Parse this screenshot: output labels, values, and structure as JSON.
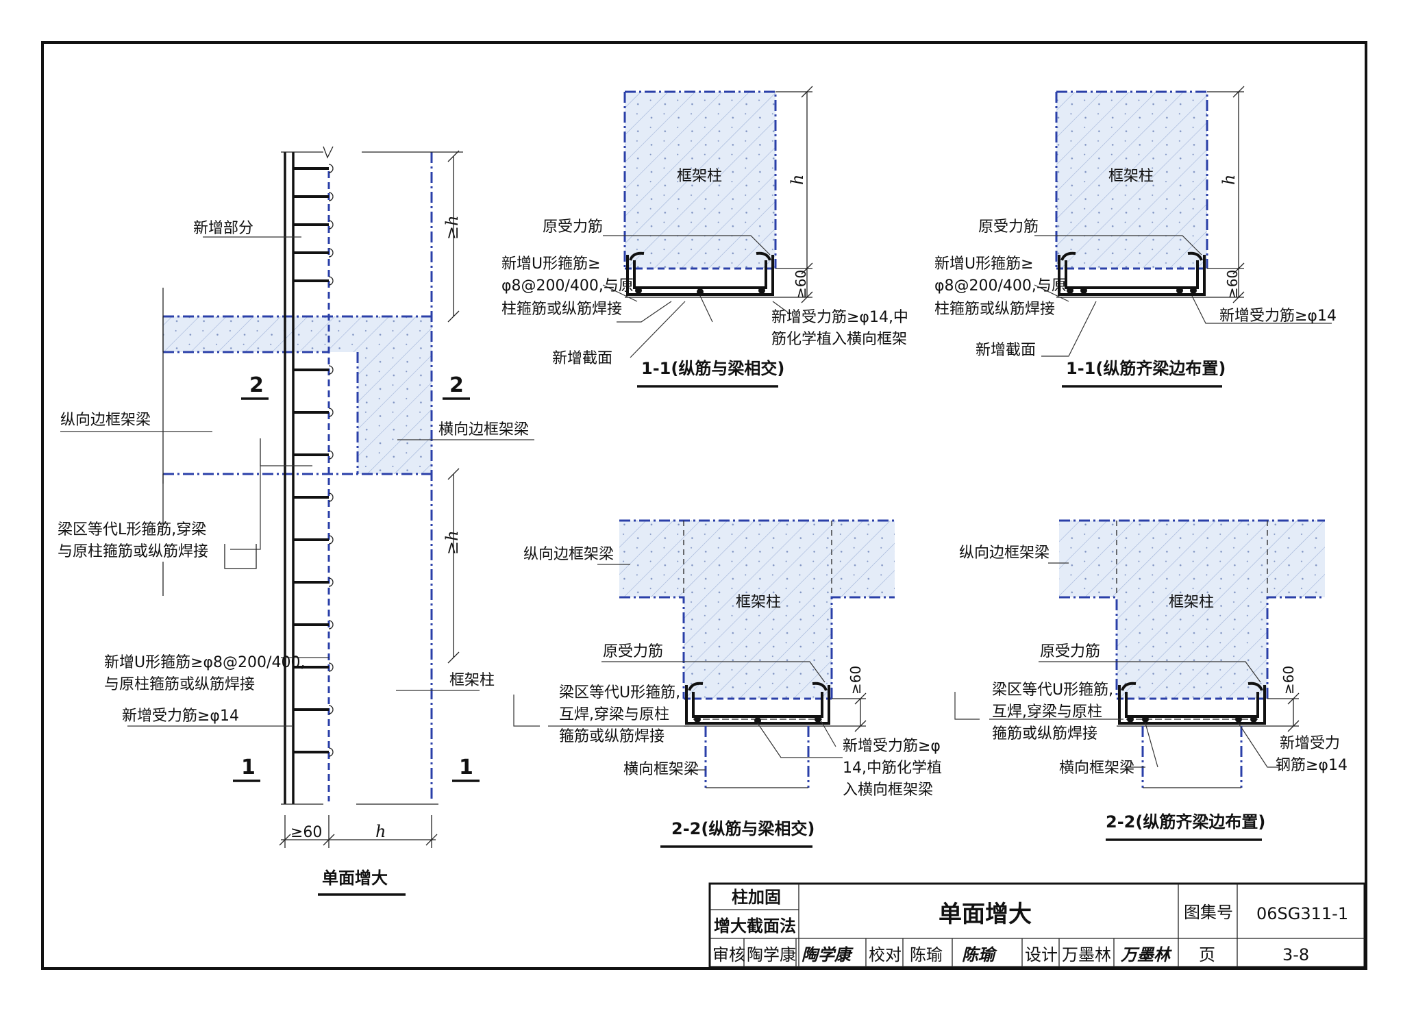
{
  "elevation": {
    "title": "单面增大",
    "labels": {
      "new_part": "新增部分",
      "longitudinal_edge_beam": "纵向边框架梁",
      "transverse_edge_beam": "横向边框架梁",
      "beam_zone_stirrup_line1": "梁区等代L形箍筋,穿梁",
      "beam_zone_stirrup_line2": "与原柱箍筋或纵筋焊接",
      "new_u_stirrup_line1": "新增U形箍筋≥φ8@200/400,",
      "new_u_stirrup_line2": "与原柱箍筋或纵筋焊接",
      "new_main_rebar": "新增受力筋≥φ14",
      "frame_column": "框架柱"
    },
    "dims": {
      "ge_h_top": "≥h",
      "ge_h_bottom": "≥h",
      "ge_60": "≥60",
      "h": "h"
    },
    "section_marks": {
      "sec2_left": "2",
      "sec2_right": "2",
      "sec1_left": "1",
      "sec1_right": "1"
    }
  },
  "section_1_1_a": {
    "title": "1-1(纵筋与梁相交)",
    "labels": {
      "frame_column": "框架柱",
      "orig_rebar": "原受力筋",
      "u_stirrup_line1": "新增U形箍筋≥",
      "u_stirrup_line2": "φ8@200/400,与原",
      "u_stirrup_line3": "柱箍筋或纵筋焊接",
      "new_section": "新增截面",
      "new_rebar_line1": "新增受力筋≥φ14,中",
      "new_rebar_line2": "筋化学植入横向框架"
    },
    "dims": {
      "h": "h",
      "ge_60": "≥60"
    }
  },
  "section_1_1_b": {
    "title": "1-1(纵筋齐梁边布置)",
    "labels": {
      "frame_column": "框架柱",
      "orig_rebar": "原受力筋",
      "u_stirrup_line1": "新增U形箍筋≥",
      "u_stirrup_line2": "φ8@200/400,与原",
      "u_stirrup_line3": "柱箍筋或纵筋焊接",
      "new_section": "新增截面",
      "new_rebar": "新增受力筋≥φ14"
    },
    "dims": {
      "h": "h",
      "ge_60": "≥60"
    }
  },
  "section_2_2_a": {
    "title": "2-2(纵筋与梁相交)",
    "labels": {
      "longitudinal_edge_beam": "纵向边框架梁",
      "frame_column": "框架柱",
      "orig_rebar": "原受力筋",
      "stirrup_line1": "梁区等代U形箍筋,",
      "stirrup_line2": "互焊,穿梁与原柱",
      "stirrup_line3": "箍筋或纵筋焊接",
      "transverse_beam": "横向框架梁",
      "new_rebar_line1": "新增受力筋≥φ",
      "new_rebar_line2": "14,中筋化学植",
      "new_rebar_line3": "入横向框架梁"
    },
    "dims": {
      "ge_60": "≥60"
    }
  },
  "section_2_2_b": {
    "title": "2-2(纵筋齐梁边布置)",
    "labels": {
      "longitudinal_edge_beam": "纵向边框架梁",
      "frame_column": "框架柱",
      "orig_rebar": "原受力筋",
      "stirrup_line1": "梁区等代U形箍筋,",
      "stirrup_line2": "互焊,穿梁与原柱",
      "stirrup_line3": "箍筋或纵筋焊接",
      "transverse_beam": "横向框架梁",
      "new_rebar_line1": "新增受力",
      "new_rebar_line2": "钢筋≥φ14"
    },
    "dims": {
      "ge_60": "≥60"
    }
  },
  "title_block": {
    "category_line1": "柱加固",
    "category_line2": "增大截面法",
    "drawing_title": "单面增大",
    "atlas_label": "图集号",
    "atlas_no": "06SG311-1",
    "reviewer_label": "审核",
    "reviewer": "陶学康",
    "reviewer_sig": "陶学康",
    "checker_label": "校对",
    "checker": "陈瑜",
    "checker_sig": "陈瑜",
    "designer_label": "设计",
    "designer": "万墨林",
    "designer_sig": "万墨林",
    "page_label": "页",
    "page_no": "3-8"
  },
  "colors": {
    "outline": "#2a3fa8",
    "hatch_fill": "#e4ecf8",
    "line": "#111111"
  }
}
